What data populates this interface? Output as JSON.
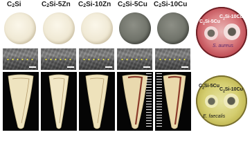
{
  "columns": [
    {
      "id": "c2si",
      "prefix": "C",
      "sub": "2",
      "suffix": "Si"
    },
    {
      "id": "c2si-5zn",
      "prefix": "C",
      "sub": "2",
      "suffix": "Si-5Zn"
    },
    {
      "id": "c2si-10zn",
      "prefix": "C",
      "sub": "2",
      "suffix": "Si-10Zn"
    },
    {
      "id": "c2si-5cu",
      "prefix": "C",
      "sub": "2",
      "suffix": "Si-5Cu"
    },
    {
      "id": "c2si-10cu",
      "prefix": "C",
      "sub": "2",
      "suffix": "Si-10Cu"
    }
  ],
  "dish_top": {
    "label_a": {
      "prefix": "C",
      "sub": "2",
      "suffix": "Si-5Cu"
    },
    "label_b": {
      "prefix": "C",
      "sub": "2",
      "suffix": "Si-10Cu"
    },
    "organism": "S. aureus",
    "color": "#c8545c"
  },
  "dish_bottom": {
    "label_a": {
      "prefix": "C",
      "sub": "2",
      "suffix": "Si-5Cu"
    },
    "label_b": {
      "prefix": "C",
      "sub": "2",
      "suffix": "Si-10Cu"
    },
    "organism": "E. faecalis",
    "color": "#d4cd6f"
  },
  "colors": {
    "white_disc": "#efe8d3",
    "dark_disc": "#6f7269",
    "sem_marker": "#e8e04a"
  }
}
